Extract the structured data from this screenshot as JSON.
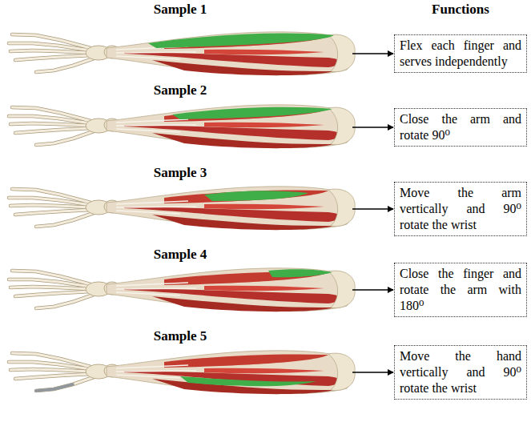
{
  "diagram": {
    "nodes": [
      {
        "text": [
          "Sample 1"
        ]
      },
      {
        "text": [
          "Flex each finger and serves independently"
        ]
      },
      {
        "text": [
          "Sample 2"
        ]
      },
      {
        "text": [
          "Close the arm and rotate 90⁰"
        ]
      },
      {
        "text": [
          "Sample 3"
        ]
      },
      {
        "text": [
          "Move the arm vertically and 90⁰ rotate the wrist"
        ]
      },
      {
        "text": [
          "Sample 4"
        ]
      },
      {
        "text": [
          "Close the finger and rotate the arm with 180⁰"
        ]
      },
      {
        "text": [
          "Sample 5"
        ]
      },
      {
        "text": [
          "Move the hand vertically and 90⁰ rotate the wrist"
        ]
      }
    ],
    "edges": [
      {
        "from": 0,
        "to": 1,
        "arrow": "to"
      },
      {
        "from": 2,
        "to": 3,
        "arrow": "to"
      },
      {
        "from": 4,
        "to": 5,
        "arrow": "to"
      },
      {
        "from": 6,
        "to": 7,
        "arrow": "to"
      },
      {
        "from": 8,
        "to": 9,
        "arrow": "to"
      }
    ],
    "labels": [
      "Functions"
    ]
  }
}
